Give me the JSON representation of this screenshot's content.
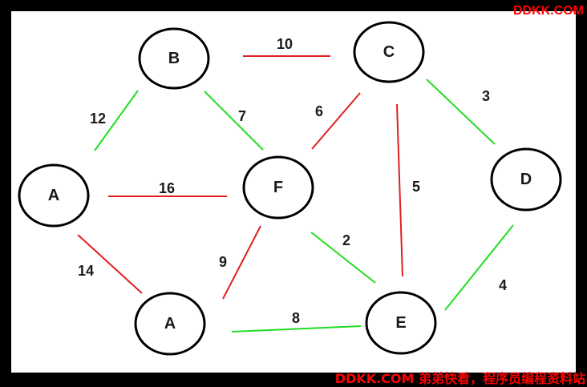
{
  "watermark_top": "DDKK.COM",
  "watermark_bottom": "DDKK.COM 弟弟快看，程序员编程资料站",
  "colors": {
    "in_tree": "#22dd22",
    "not_in_tree": "#e02020"
  },
  "nodes": [
    {
      "id": "B",
      "label": "B"
    },
    {
      "id": "C",
      "label": "C"
    },
    {
      "id": "A1",
      "label": "A"
    },
    {
      "id": "F",
      "label": "F"
    },
    {
      "id": "D",
      "label": "D"
    },
    {
      "id": "A2",
      "label": "A"
    },
    {
      "id": "E",
      "label": "E"
    }
  ],
  "edges": [
    {
      "from": "B",
      "to": "C",
      "weight": "10",
      "status": "not_in_tree"
    },
    {
      "from": "A1",
      "to": "B",
      "weight": "12",
      "status": "in_tree"
    },
    {
      "from": "B",
      "to": "F",
      "weight": "7",
      "status": "in_tree"
    },
    {
      "from": "F",
      "to": "C",
      "weight": "6",
      "status": "not_in_tree"
    },
    {
      "from": "C",
      "to": "D",
      "weight": "3",
      "status": "in_tree"
    },
    {
      "from": "A1",
      "to": "F",
      "weight": "16",
      "status": "not_in_tree"
    },
    {
      "from": "C",
      "to": "E",
      "weight": "5",
      "status": "not_in_tree"
    },
    {
      "from": "F",
      "to": "E",
      "weight": "2",
      "status": "in_tree"
    },
    {
      "from": "D",
      "to": "E",
      "weight": "4",
      "status": "in_tree"
    },
    {
      "from": "A1",
      "to": "A2",
      "weight": "14",
      "status": "not_in_tree"
    },
    {
      "from": "F",
      "to": "A2",
      "weight": "9",
      "status": "not_in_tree"
    },
    {
      "from": "A2",
      "to": "E",
      "weight": "8",
      "status": "in_tree"
    }
  ]
}
